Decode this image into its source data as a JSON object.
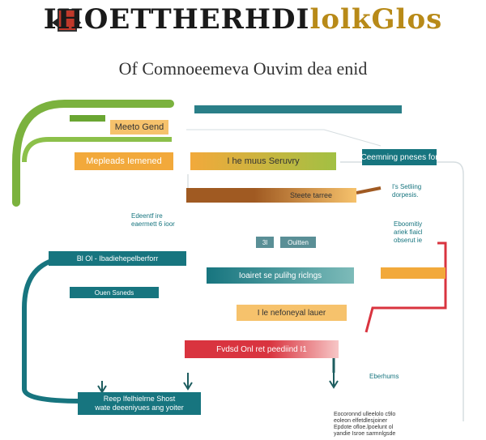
{
  "title": {
    "main": "IHOETTHERHDI",
    "accent": "lolkGlos"
  },
  "subtitle": "Of Comnoeemeva Ouvim dea enid",
  "boxes": {
    "meeto": "Meeto Gend",
    "mepleads": "Mepleads Iemened",
    "theams": "I he muus Seruvry",
    "ceemming": "Ceemning pneses for",
    "steetaree": "Steete tarree",
    "bideptrt": "Bl Ol - Ibadiehepelberforr",
    "bouitter": "Ouitten",
    "bouitter_num": "3l",
    "ioairet": "Ioairet se pulihg riclngs",
    "hlenebonay": "I le nefoneyal lauer",
    "fadiso": "Fvdsd Onl ret peediind I1",
    "reep": "Reep Ifelhielrne Shost",
    "wate": "wate deeeniyues ang yoiter",
    "ouen": "Ouen Ssneds"
  },
  "labels": {
    "ts_settling": "I's Setliing\ndorpesis.",
    "edeentfire": "Edeentf ire\neaermett 6 ioor",
    "ebomonity": "Eboomitiy\nariek fiaicl\nobserut ie",
    "ebonhums": "Eberhums",
    "bottom_note": "Eocoronnd ulleelolo c9lo\neoleon elfetdlesjoiner\nEpdote ofloe.lpoelunt ol\nyandie Isroe sarmnlgsde"
  },
  "colors": {
    "green": "#6aa632",
    "teal": "#17757f",
    "darkteal": "#0f5d66",
    "orange": "#f2a93b",
    "brown": "#a05a22",
    "red": "#d9343f",
    "lightorange": "#f6c26c"
  },
  "icons": [
    "emblem-icon",
    "person-icon",
    "arrow-down-icon"
  ]
}
